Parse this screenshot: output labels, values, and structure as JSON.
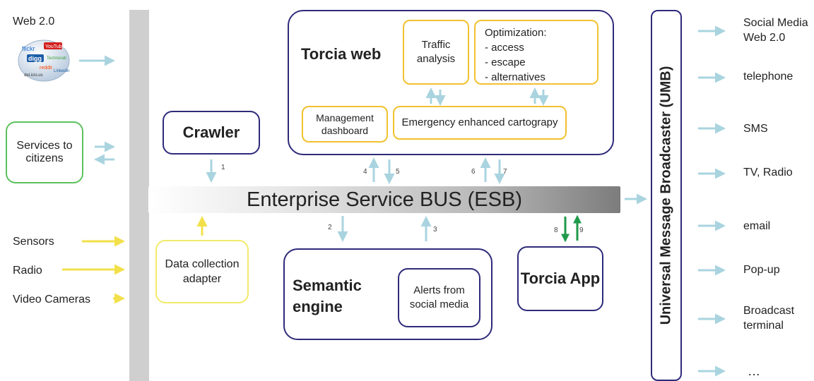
{
  "web20": {
    "label": "Web 2.0",
    "logo_text": [
      "flickr",
      "YouTube",
      "digg",
      "Technorati",
      "reddit",
      "Linkedin",
      "del.icio.us"
    ]
  },
  "services": {
    "label": "Services to citizens"
  },
  "inputs": [
    "Sensors",
    "Radio",
    "Video Cameras"
  ],
  "crawler": {
    "label": "Crawler"
  },
  "adapter": {
    "label": "Data collection adapter"
  },
  "torcia_web": {
    "title": "Torcia web",
    "traffic": "Traffic analysis",
    "optimization": {
      "title": "Optimization:",
      "items": [
        "- access",
        "- escape",
        "- alternatives"
      ]
    },
    "management": "Management dashboard",
    "cartography": "Emergency enhanced cartograpy"
  },
  "esb": {
    "label": "Enterprise Service BUS (ESB)"
  },
  "semantic": {
    "title": "Semantic engine",
    "alerts": "Alerts from social media"
  },
  "torcia_app": {
    "label": "Torcia App"
  },
  "umb": {
    "label": "Universal Message Broadcaster (UMB)"
  },
  "outputs": [
    "Social Media Web 2.0",
    "telephone",
    "SMS",
    "TV, Radio",
    "email",
    "Pop-up",
    "Broadcast terminal",
    "…"
  ],
  "flow_numbers": [
    "1",
    "2",
    "3",
    "4",
    "5",
    "6",
    "7",
    "8",
    "9"
  ],
  "colors": {
    "navy": "#2e2b7a",
    "yellow": "#f2c12e",
    "light_yellow": "#f3ea6a",
    "green": "#5cc25c",
    "arrow_blue": "#a9d4df",
    "arrow_green": "#1f9a4a",
    "arrow_yellow": "#f2e04a"
  }
}
